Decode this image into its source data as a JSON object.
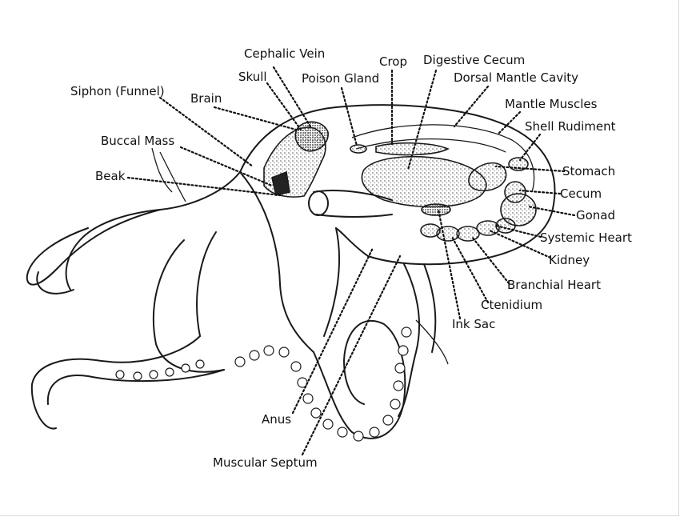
{
  "labels": {
    "cephalic_vein": "Cephalic Vein",
    "crop": "Crop",
    "digestive_cecum": "Digestive Cecum",
    "skull": "Skull",
    "poison_gland": "Poison Gland",
    "dorsal_mantle_cavity": "Dorsal Mantle Cavity",
    "siphon": "Siphon (Funnel)",
    "brain": "Brain",
    "mantle_muscles": "Mantle Muscles",
    "shell_rudiment": "Shell Rudiment",
    "buccal_mass": "Buccal Mass",
    "stomach": "Stomach",
    "beak": "Beak",
    "cecum": "Cecum",
    "gonad": "Gonad",
    "systemic_heart": "Systemic Heart",
    "kidney": "Kidney",
    "branchial_heart": "Branchial Heart",
    "ctenidium": "Ctenidium",
    "ink_sac": "Ink Sac",
    "anus": "Anus",
    "muscular_septum": "Muscular Septum"
  },
  "colors": {
    "ink": "#1a1a1a",
    "stipple": "#8a8a8a",
    "background": "#ffffff"
  }
}
